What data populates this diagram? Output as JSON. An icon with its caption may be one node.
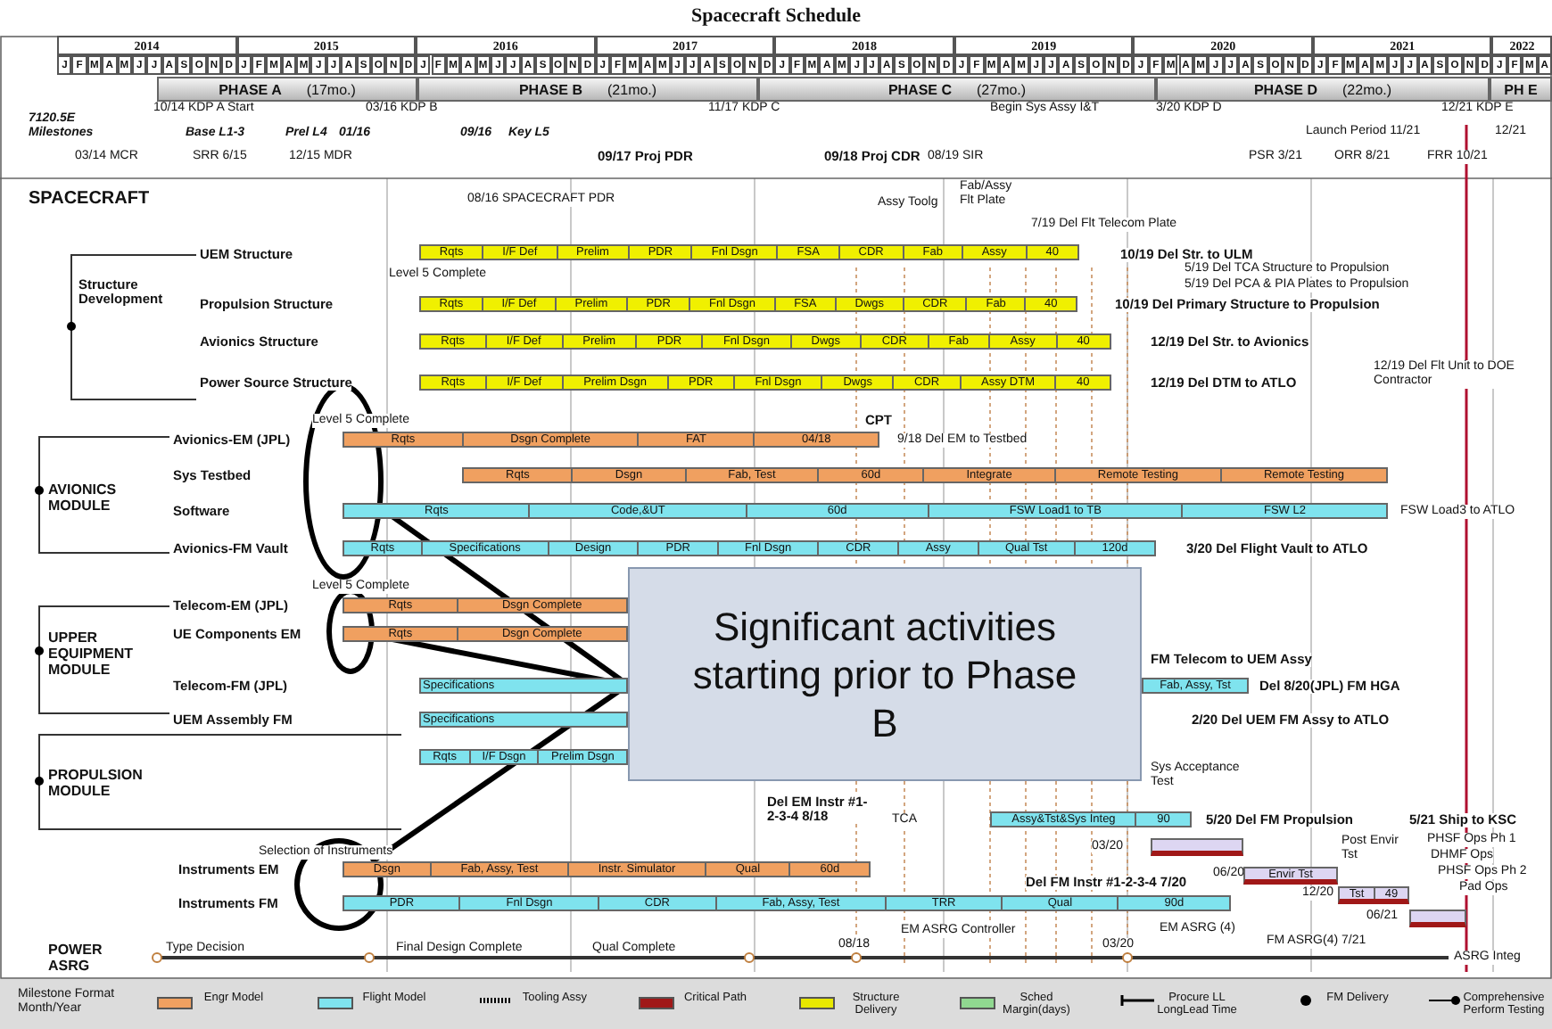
{
  "diagram": {
    "title": "Spacecraft Schedule",
    "nodes": [
      {
        "text": [
          "PHASE A",
          "(17mo.)"
        ]
      },
      {
        "text": [
          "PHASE B",
          "(21mo.)"
        ]
      },
      {
        "text": [
          "PHASE C",
          "(27mo.)"
        ]
      },
      {
        "text": [
          "PHASE D",
          "(22mo.)"
        ]
      },
      {
        "text": [
          "PH E"
        ]
      },
      {
        "text": [
          "Rqts",
          "I/F Def",
          "Prelim",
          "PDR",
          "Fnl Dsgn",
          "FSA",
          "CDR",
          "Fab",
          "Assy",
          "40"
        ]
      },
      {
        "text": [
          "Rqts",
          "I/F Def",
          "Prelim",
          "PDR",
          "Fnl Dsgn",
          "FSA",
          "Dwgs",
          "CDR",
          "Fab",
          "40"
        ]
      },
      {
        "text": [
          "Rqts",
          "I/F Def",
          "Prelim",
          "PDR",
          "Fnl Dsgn",
          "Dwgs",
          "CDR",
          "Fab",
          "Assy",
          "40"
        ]
      },
      {
        "text": [
          "Rqts",
          "I/F Def",
          "Prelim Dsgn",
          "PDR",
          "Fnl Dsgn",
          "Dwgs",
          "CDR",
          "Assy DTM",
          "40"
        ]
      },
      {
        "text": [
          "Rqts",
          "Dsgn Complete",
          "FAT",
          "04/18"
        ]
      },
      {
        "text": [
          "Rqts",
          "Dsgn",
          "Fab, Test",
          "60d",
          "Integrate",
          "Remote Testing",
          "Remote Testing"
        ]
      },
      {
        "text": [
          "Rqts",
          "Code,&UT",
          "60d",
          "FSW Load1 to TB",
          "FSW L2"
        ]
      },
      {
        "text": [
          "Rqts",
          "Specifications",
          "Design",
          "PDR",
          "Fnl Dsgn",
          "CDR",
          "Assy",
          "Qual Tst",
          "120d"
        ]
      },
      {
        "text": [
          "Rqts",
          "Dsgn Complete"
        ]
      },
      {
        "text": [
          "Rqts",
          "Dsgn Complete"
        ]
      },
      {
        "text": [
          "Specifications"
        ]
      },
      {
        "text": [
          "Fab, Assy, Tst"
        ]
      },
      {
        "text": [
          "Specifications"
        ]
      },
      {
        "text": [
          "Rqts",
          "I/F Dsgn",
          "Prelim Dsgn"
        ]
      },
      {
        "text": [
          "Assy&Tst&Sys Integ",
          "90"
        ]
      },
      {
        "text": [
          "Dsgn",
          "Fab, Assy, Test",
          "Instr. Simulator",
          "Qual",
          "60d"
        ]
      },
      {
        "text": [
          "PDR",
          "Fnl Dsgn",
          "CDR",
          "Fab, Assy, Test",
          "TRR",
          "Qual",
          "90d"
        ]
      },
      {
        "text": [],
        "shape": "bar"
      },
      {
        "text": [
          "Envir Tst"
        ]
      },
      {
        "text": [
          "Tst",
          "49"
        ]
      },
      {
        "text": [],
        "shape": "bar"
      },
      {
        "text": [
          "Significant activities starting prior to Phase B"
        ]
      },
      {
        "text": [],
        "shape": "ellipse"
      },
      {
        "text": [],
        "shape": "ellipse"
      },
      {
        "text": [],
        "shape": "ellipse"
      }
    ],
    "edges": [
      {
        "from": 26,
        "to": 27,
        "arrow": "none"
      },
      {
        "from": 26,
        "to": 28,
        "arrow": "none"
      },
      {
        "from": 26,
        "to": 29,
        "arrow": "none"
      }
    ],
    "labels": [
      "2014",
      "2015",
      "2016",
      "2017",
      "2018",
      "2019",
      "2020",
      "2021",
      "2022",
      "J",
      "F",
      "M",
      "A",
      "M",
      "J",
      "J",
      "A",
      "S",
      "O",
      "N",
      "D",
      "J",
      "F",
      "M",
      "A",
      "M",
      "J",
      "J",
      "A",
      "S",
      "O",
      "N",
      "D",
      "J",
      "F",
      "M",
      "A",
      "M",
      "J",
      "J",
      "A",
      "S",
      "O",
      "N",
      "D",
      "J",
      "F",
      "M",
      "A",
      "M",
      "J",
      "J",
      "A",
      "S",
      "O",
      "N",
      "D",
      "J",
      "F",
      "M",
      "A",
      "M",
      "J",
      "J",
      "A",
      "S",
      "O",
      "N",
      "D",
      "J",
      "F",
      "M",
      "A",
      "M",
      "J",
      "J",
      "A",
      "S",
      "O",
      "N",
      "D",
      "J",
      "F",
      "M",
      "A",
      "M",
      "J",
      "J",
      "A",
      "S",
      "O",
      "N",
      "D",
      "J",
      "F",
      "M",
      "A",
      "M",
      "J",
      "J",
      "A",
      "S",
      "O",
      "N",
      "D",
      "J",
      "F",
      "M",
      "A",
      "7120.5E Milestones",
      "10/14 KDP A Start",
      "03/16 KDP B",
      "11/17 KDP C",
      "Begin Sys Assy I&T",
      "3/20 KDP D",
      "12/21 KDP E",
      "Base L1-3",
      "Prel L4",
      "01/16",
      "09/16",
      "Key L5",
      "Launch Period 11/21",
      "12/21",
      "03/14 MCR",
      "SRR 6/15",
      "12/15 MDR",
      "09/17 Proj PDR",
      "09/18 Proj CDR",
      "08/19 SIR",
      "PSR 3/21",
      "ORR 8/21",
      "FRR 10/21",
      "SPACECRAFT",
      "08/16 SPACECRAFT PDR",
      "Assy Toolg",
      "Fab/Assy Flt Plate",
      "7/19 Del Flt Telecom Plate",
      "UEM Structure",
      "10/19 Del Str. to ULM",
      "Structure Development",
      "Level 5 Complete",
      "5/19 Del TCA Structure to Propulsion",
      "5/19 Del PCA & PIA Plates to Propulsion",
      "Propulsion Structure",
      "10/19 Del Primary Structure to Propulsion",
      "Avionics Structure",
      "12/19 Del Str. to Avionics",
      "Power Source Structure",
      "12/19 Del Flt Unit to DOE Contractor",
      "12/19 Del DTM to ATLO",
      "Level 5 Complete",
      "CPT",
      "Avionics-EM (JPL)",
      "9/18 Del EM to Testbed",
      "Sys Testbed",
      "AVIONICS MODULE",
      "Software",
      "FSW Load3 to ATLO",
      "Avionics-FM Vault",
      "3/20 Del Flight Vault to ATLO",
      "Level 5 Complete",
      "Telecom-EM (JPL)",
      "UE Components EM",
      "FM Telecom to UEM Assy",
      "UPPER EQUIPMENT MODULE",
      "Telecom-FM (JPL)",
      "Del 8/20(JPL) FM HGA",
      "UEM Assembly FM",
      "2/20 Del UEM FM Assy to ATLO",
      "PROPULSION MODULE",
      "Sys Acceptance Test",
      "TCA",
      "5/20 Del FM Propulsion",
      "Del EM Instr #1-2-3-4 8/18",
      "5/21 Ship to KSC",
      "Selection of Instruments",
      "03/20",
      "PHSF Ops Ph 1",
      "Post Envir Tst",
      "DHMF Ops",
      "Instruments EM",
      "06/20",
      "PHSF Ops Ph 2",
      "Del FM Instr #1-2-3-4 7/20",
      "12/20",
      "Pad Ops",
      "Instruments FM",
      "06/21",
      "EM ASRG Controller",
      "EM ASRG (4)",
      "POWER ASRG",
      "Type Decision",
      "Final Design Complete",
      "Qual Complete",
      "08/18",
      "03/20",
      "FM ASRG(4) 7/21",
      "ASRG Integ",
      "Milestone Format Month/Year"
    ],
    "legend": [
      {
        "text": "Engr Model",
        "color": "#f0a060"
      },
      {
        "text": "Flight Model",
        "color": "#7fe3ee"
      },
      {
        "text": "Tooling Assy"
      },
      {
        "text": "Critical Path",
        "color": "#a01818"
      },
      {
        "text": "Structure Delivery",
        "color": "#e8e800"
      },
      {
        "text": "Sched Margin(days)",
        "color": "#90d890"
      },
      {
        "text": "Procure LL LongLead Time"
      },
      {
        "text": "FM Delivery"
      },
      {
        "text": "Comprehensive Perform Testing"
      }
    ]
  }
}
